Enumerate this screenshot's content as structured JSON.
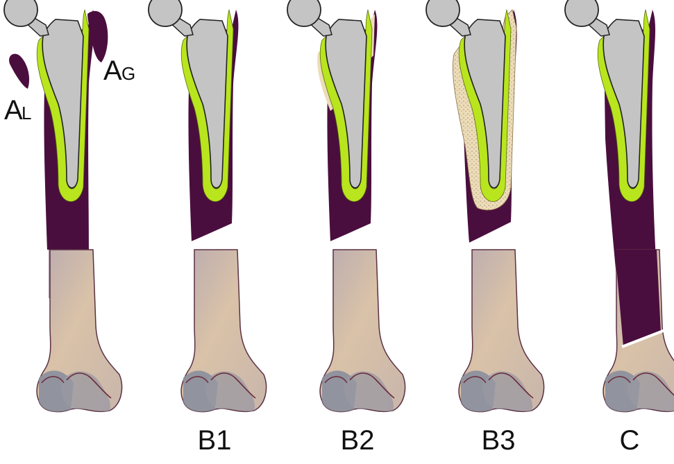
{
  "colors": {
    "bone_dark": "#4a0e3e",
    "cement_green": "#b8e51d",
    "implant_gray": "#c4c4c4",
    "graft_cream": "#ecdcb8",
    "distal_bone": "#cbb7a6",
    "condyle_gray": "#8a8e9c",
    "outline": "#2b1022"
  },
  "annotations": {
    "a_l_main": "A",
    "a_l_sub": "L",
    "a_g_main": "A",
    "a_g_sub": "G"
  },
  "panels": [
    {
      "label": ""
    },
    {
      "label": "B1"
    },
    {
      "label": "B2"
    },
    {
      "label": "B3"
    },
    {
      "label": "C"
    }
  ]
}
